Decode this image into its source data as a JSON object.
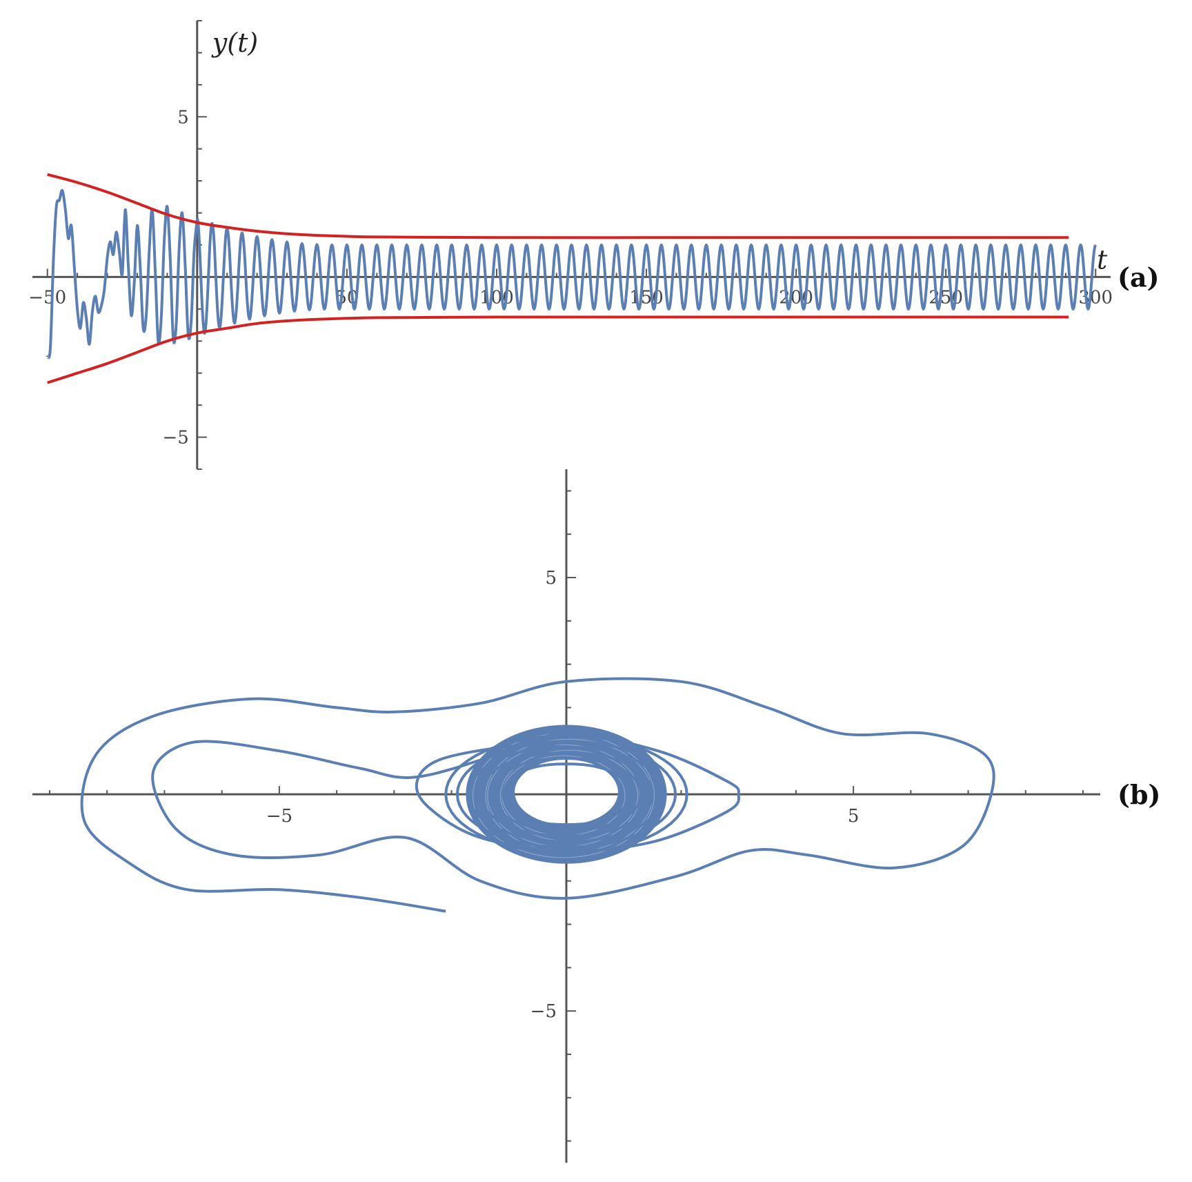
{
  "chart_data": [
    {
      "panel": "(a)",
      "type": "line",
      "xlabel": "t",
      "ylabel": "y(t)",
      "xlim": [
        -55,
        305
      ],
      "ylim": [
        -6,
        8
      ],
      "xticks": [
        -50,
        50,
        100,
        150,
        200,
        250,
        300
      ],
      "xtick_labels": [
        "-50",
        "50",
        "100",
        "150",
        "200",
        "250",
        "300"
      ],
      "yticks": [
        5,
        -5
      ],
      "ytick_labels": [
        "5",
        "-5"
      ],
      "grid": false,
      "colors": {
        "signal": "#5b7fb3",
        "envelope": "#d32222"
      },
      "series": [
        {
          "role": "signal",
          "x": [
            -50,
            -49,
            -48,
            -47,
            -46,
            -45,
            -44,
            -43,
            -42,
            -41,
            -40,
            -39,
            -38,
            -37,
            -36,
            -35,
            -34,
            -33,
            -32,
            -31,
            -30,
            -29,
            -28,
            -27,
            -26,
            -25,
            -24,
            -23,
            -22,
            -21,
            -20,
            -19,
            -18,
            -17,
            -16,
            -15,
            -14,
            -13,
            -12,
            -11,
            -10,
            -9,
            -8,
            -7,
            -6,
            -5,
            -4,
            -3,
            -2,
            -1,
            0
          ],
          "y": [
            -2.5,
            -2.2,
            0.5,
            2.2,
            2.4,
            2.7,
            2.1,
            1.2,
            1.6,
            0.3,
            -1.0,
            -1.6,
            -0.8,
            -1.3,
            -2.1,
            -1.1,
            -0.6,
            -1.1,
            -0.9,
            -0.4,
            0.6,
            1.1,
            0.7,
            1.4,
            0.8,
            0.1,
            2.1,
            0.4,
            -1.2,
            -0.2,
            1.6,
            0.3,
            -1.6,
            -1.2,
            0.8,
            2.1,
            0.2,
            -2.0,
            -1.3,
            1.1,
            2.2,
            0.6,
            -1.9,
            -1.5,
            0.9,
            2.0,
            0.4,
            -1.8,
            -1.4,
            0.8,
            1.8
          ]
        },
        {
          "role": "signal_steady",
          "t_start": 0,
          "t_end": 300,
          "amplitude_start": 1.85,
          "amplitude_end": 1.0,
          "period": 5.0
        },
        {
          "role": "upper_envelope",
          "x": [
            -50,
            -40,
            -30,
            -20,
            -10,
            0,
            10,
            20,
            30,
            40,
            50,
            60,
            80,
            100,
            150,
            200,
            250,
            291
          ],
          "y": [
            3.2,
            2.95,
            2.65,
            2.3,
            1.95,
            1.7,
            1.55,
            1.43,
            1.35,
            1.3,
            1.27,
            1.25,
            1.24,
            1.23,
            1.23,
            1.23,
            1.23,
            1.23
          ]
        },
        {
          "role": "lower_envelope",
          "x": [
            -50,
            -40,
            -30,
            -20,
            -10,
            0,
            10,
            20,
            30,
            40,
            50,
            60,
            80,
            100,
            150,
            200,
            250,
            291
          ],
          "y": [
            -3.3,
            -3.0,
            -2.7,
            -2.35,
            -2.0,
            -1.75,
            -1.6,
            -1.45,
            -1.37,
            -1.32,
            -1.29,
            -1.27,
            -1.26,
            -1.25,
            -1.25,
            -1.25,
            -1.25,
            -1.25
          ]
        }
      ]
    },
    {
      "panel": "(b)",
      "type": "line",
      "xlabel": "",
      "ylabel": "",
      "xlim": [
        -9.3,
        9.3
      ],
      "ylim": [
        -8.5,
        7.5
      ],
      "xticks": [
        -5,
        5
      ],
      "xtick_labels": [
        "-5",
        "5"
      ],
      "yticks": [
        5,
        -5
      ],
      "ytick_labels": [
        "5",
        "-5"
      ],
      "grid": false,
      "colors": {
        "trajectory": "#5b7fb3"
      },
      "series": [
        {
          "role": "outer_orbit",
          "x": [
            -2.1,
            -3.5,
            -5.0,
            -6.6,
            -7.6,
            -8.4,
            -8.2,
            -7.2,
            -5.5,
            -4.0,
            -3.0,
            -1.5,
            0.0,
            2.0,
            3.5,
            4.8,
            6.3,
            7.3,
            7.4,
            6.9,
            5.7,
            4.2,
            3.2,
            1.9,
            0.0,
            -1.5,
            -2.8,
            -4.3,
            -5.8,
            -6.8,
            -7.2,
            -6.5,
            -5.0,
            -3.6,
            -2.6,
            -1.0,
            0.0,
            1.6,
            2.8,
            3.0,
            2.8,
            1.5,
            0.0,
            -1.5,
            -2.4,
            -2.6,
            -2.2,
            -1.0,
            0.0
          ],
          "y": [
            -2.7,
            -2.4,
            -2.2,
            -2.2,
            -1.6,
            -0.6,
            0.9,
            1.8,
            2.2,
            2.0,
            1.9,
            2.1,
            2.6,
            2.6,
            2.0,
            1.4,
            1.4,
            0.9,
            0.0,
            -1.2,
            -1.7,
            -1.4,
            -1.3,
            -1.9,
            -2.4,
            -2.0,
            -1.0,
            -1.4,
            -1.4,
            -0.8,
            0.5,
            1.2,
            1.0,
            0.6,
            0.4,
            1.0,
            1.4,
            1.0,
            0.3,
            0.0,
            -0.4,
            -1.1,
            -1.3,
            -1.0,
            -0.3,
            0.3,
            0.8,
            1.1,
            1.1
          ]
        },
        {
          "role": "inner_spirals",
          "center": [
            0,
            0
          ],
          "rx_range": [
            1.1,
            2.1
          ],
          "ry_range": [
            0.7,
            1.35
          ],
          "turns": 6
        },
        {
          "role": "dense_annulus",
          "center": [
            0,
            0
          ],
          "outer_radii": [
            1.75,
            1.6
          ],
          "inner_radii": [
            0.9,
            0.75
          ],
          "inner_offset_y": 0.05
        }
      ]
    }
  ]
}
